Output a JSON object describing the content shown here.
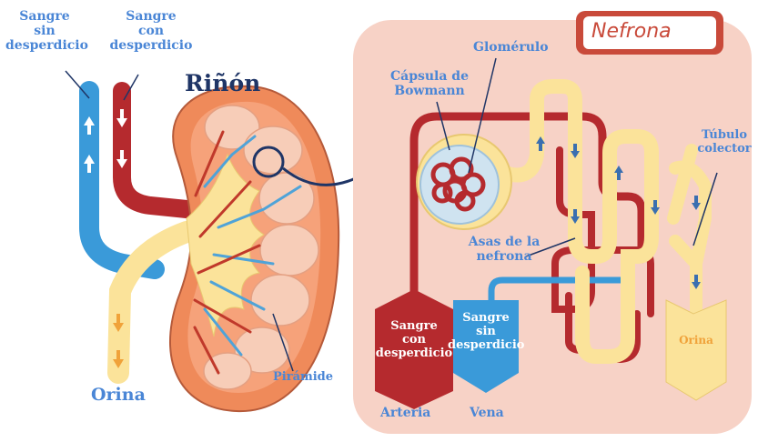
{
  "labels": {
    "blood_clean_left": "Sangre\nsin\ndesperdicio",
    "blood_waste_left": "Sangre\ncon\ndesperdicio",
    "kidney_title": "Riñón",
    "urine_left": "Orina",
    "pyramid": "Pirámide",
    "nephron_title": "Nefrona",
    "bowman": "Cápsula de\nBowmann",
    "glomerulus": "Glomérulo",
    "collecting_tubule": "Túbulo\ncolector",
    "loops": "Asas de la\nnefrona",
    "blood_waste_right": "Sangre\ncon\ndesperdicio",
    "blood_clean_right": "Sangre\nsin\ndesperdicio",
    "urine_right": "Orina",
    "artery": "Arteria",
    "vein": "Vena"
  },
  "colors": {
    "artery_red": "#b52a2e",
    "vein_blue": "#3a9ad9",
    "urine_yellow": "#fbe39a",
    "kidney_orange": "#ef8a5a",
    "panel_pink": "#f7d2c6",
    "label_blue": "#4a86d6",
    "title_navy": "#1f3566",
    "banner_red": "#c94a3a"
  }
}
